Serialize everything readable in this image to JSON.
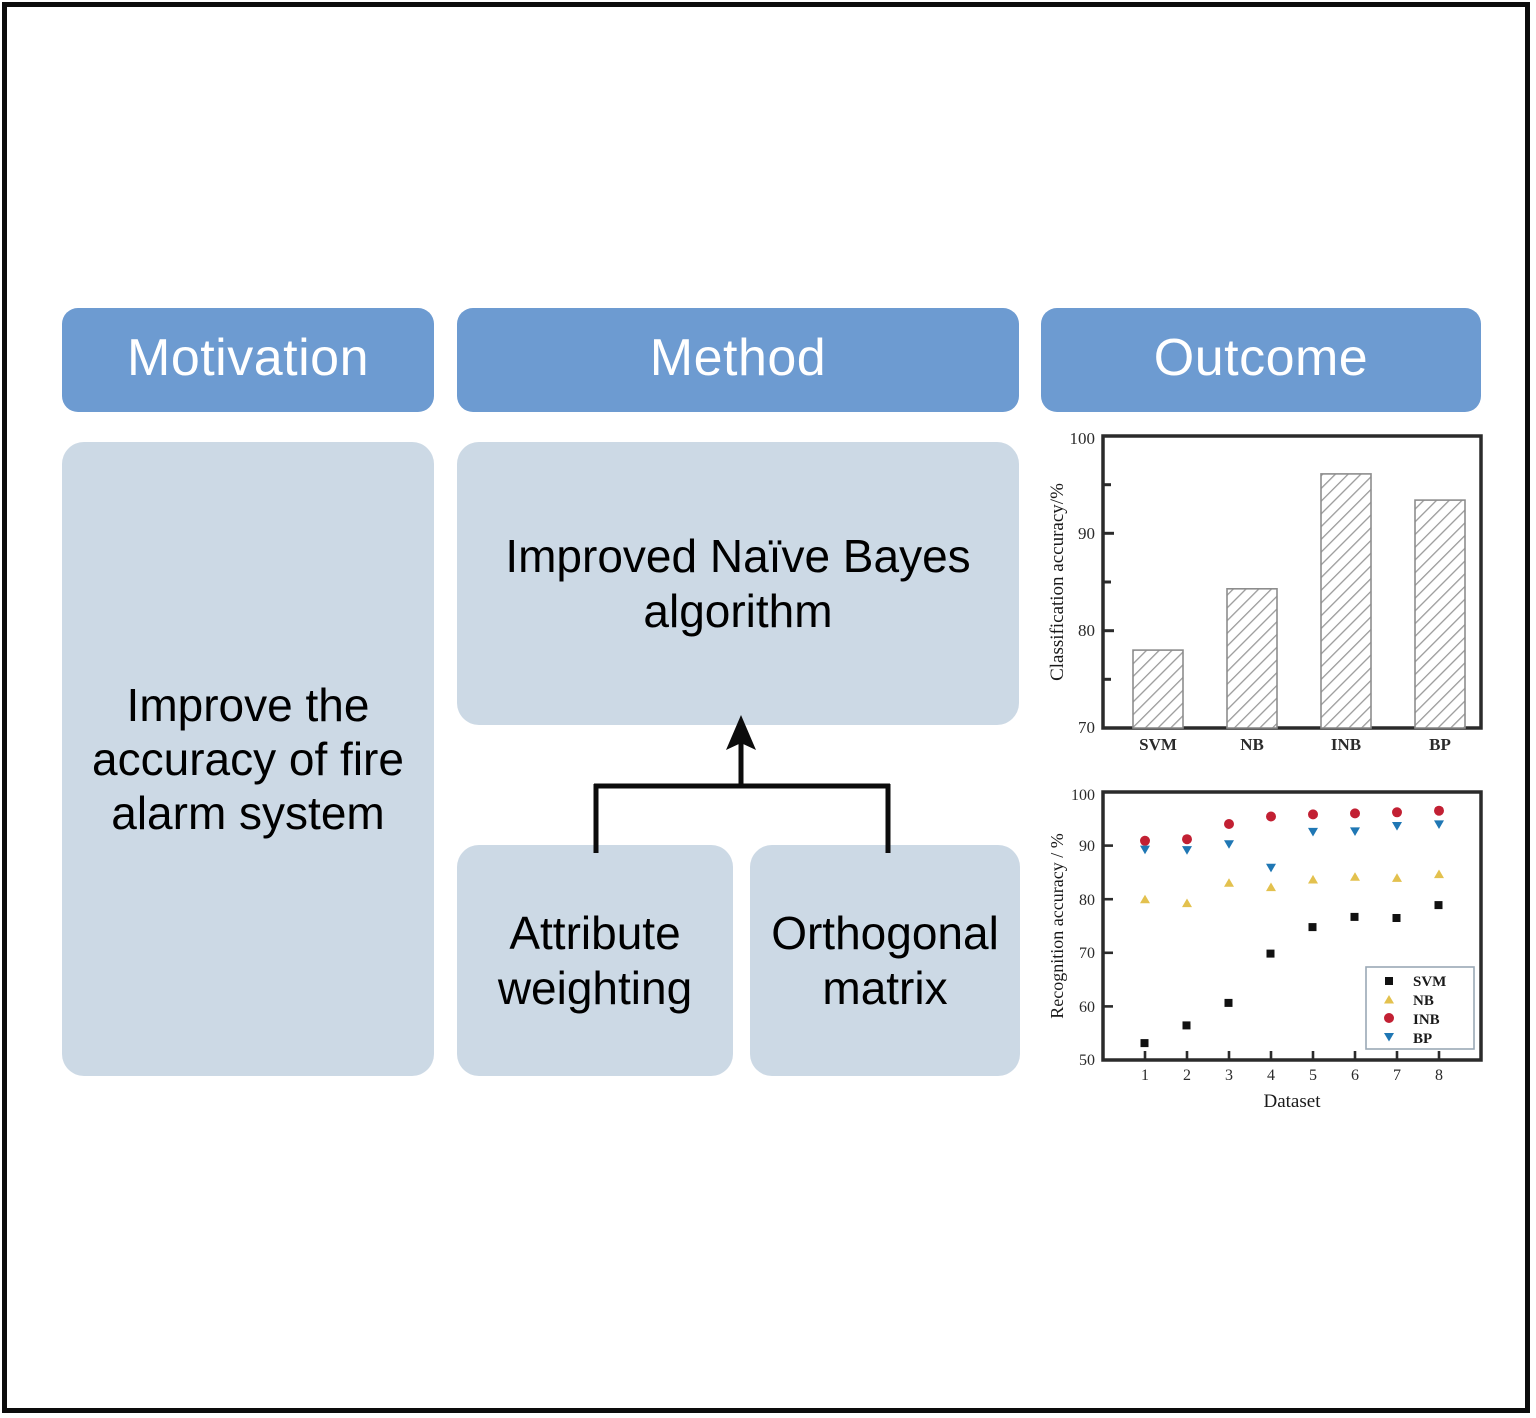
{
  "columns": {
    "motivation": {
      "header": "Motivation",
      "body": "Improve the accuracy of fire alarm system"
    },
    "method": {
      "header": "Method",
      "main": "Improved Naïve Bayes algorithm",
      "sub_left": "Attribute weighting",
      "sub_right": "Orthogonal matrix"
    },
    "outcome": {
      "header": "Outcome"
    }
  },
  "theme": {
    "header_blue": "#6d9bd1",
    "panel_blue": "#ccd9e5",
    "frame_black": "#0c0c0c",
    "text_black": "#000000",
    "header_text": "#ffffff"
  },
  "chart_data": [
    {
      "type": "bar",
      "title": "",
      "xlabel": "",
      "ylabel": "Classification accuracy/%",
      "categories": [
        "SVM",
        "NB",
        "INB",
        "BP"
      ],
      "values": [
        78.0,
        84.3,
        96.1,
        93.4
      ],
      "ylim": [
        70,
        100
      ],
      "yticks": [
        70,
        80,
        90,
        100
      ],
      "yminorticks": [
        75,
        85,
        95
      ],
      "grid": false,
      "bar_fill": "diagonal-hatch",
      "bar_edge_color": "#808080",
      "legend": null
    },
    {
      "type": "scatter",
      "title": "",
      "xlabel": "Dataset",
      "ylabel": "Recognition accuracy / %",
      "x": [
        1,
        2,
        3,
        4,
        5,
        6,
        7,
        8
      ],
      "xticklabels": [
        "1",
        "2",
        "3",
        "4",
        "5",
        "6",
        "7",
        "8"
      ],
      "ylim": [
        50,
        100
      ],
      "yticks": [
        50,
        60,
        70,
        80,
        90,
        100
      ],
      "xlim": [
        0.5,
        8.5
      ],
      "grid": false,
      "legend_position": "lower-right",
      "series": [
        {
          "name": "SVM",
          "marker": "square",
          "color": "#111111",
          "values": [
            53.9,
            57.2,
            61.4,
            70.6,
            76.1,
            78.0,
            77.8,
            80.2
          ]
        },
        {
          "name": "NB",
          "marker": "triangle-up",
          "color": "#e3c14e",
          "values": [
            80.0,
            79.3,
            83.1,
            82.3,
            83.7,
            84.2,
            84.0,
            84.7
          ]
        },
        {
          "name": "INB",
          "marker": "circle",
          "color": "#c22033",
          "values": [
            90.9,
            91.2,
            94.0,
            95.4,
            95.8,
            96.0,
            96.2,
            96.5
          ]
        },
        {
          "name": "BP",
          "marker": "triangle-down",
          "color": "#1f77b4",
          "values": [
            90.0,
            89.9,
            91.0,
            86.6,
            93.3,
            93.4,
            94.4,
            94.7
          ]
        }
      ]
    }
  ]
}
